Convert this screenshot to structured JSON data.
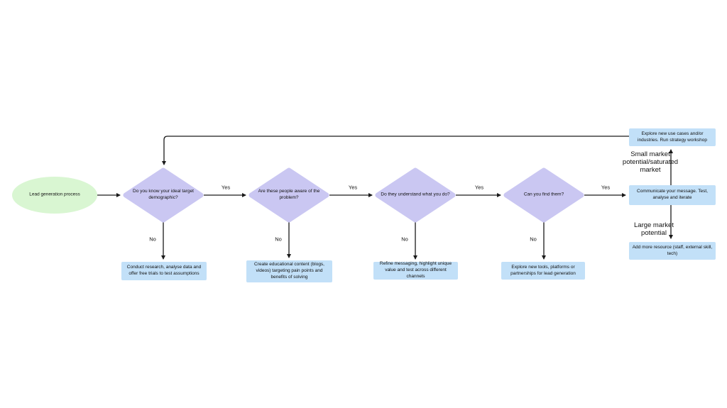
{
  "colors": {
    "background": "#ffffff",
    "start_fill": "#d9f6d2",
    "decision_fill": "#cac7f2",
    "action_fill": "#c2e0f8",
    "line": "#1a1a1a",
    "text": "#111111"
  },
  "start": {
    "label": "Lead generation process"
  },
  "decisions": [
    {
      "label": "Do you know your ideal target demographic?",
      "yes_label": "Yes",
      "no_label": "No",
      "no_action": "Conduct research, analyse data and offer free trials to test assumptions"
    },
    {
      "label": "Are these people aware of the problem?",
      "yes_label": "Yes",
      "no_label": "No",
      "no_action": "Create educational content (blogs, videos) targeting pain points and benefits of solving"
    },
    {
      "label": "Do they understand what you do?",
      "yes_label": "Yes",
      "no_label": "No",
      "no_action": "Refine messaging, highlight unique value and test across different channels"
    },
    {
      "label": "Can you find them?",
      "yes_label": "Yes",
      "no_label": "No",
      "no_action": "Explore new tools, platforms or partnerships for lead generation"
    }
  ],
  "outcomes": {
    "communicate": "Communicate your message. Test, analyse and iterate",
    "explore": "Explore new use cases and/or industries. Run strategy workshop",
    "add_resource": "Add more resource (staff, external skill, tech)"
  },
  "branch_labels": {
    "small_market": "Small market potential/saturated market",
    "large_market": "Large market potential"
  }
}
